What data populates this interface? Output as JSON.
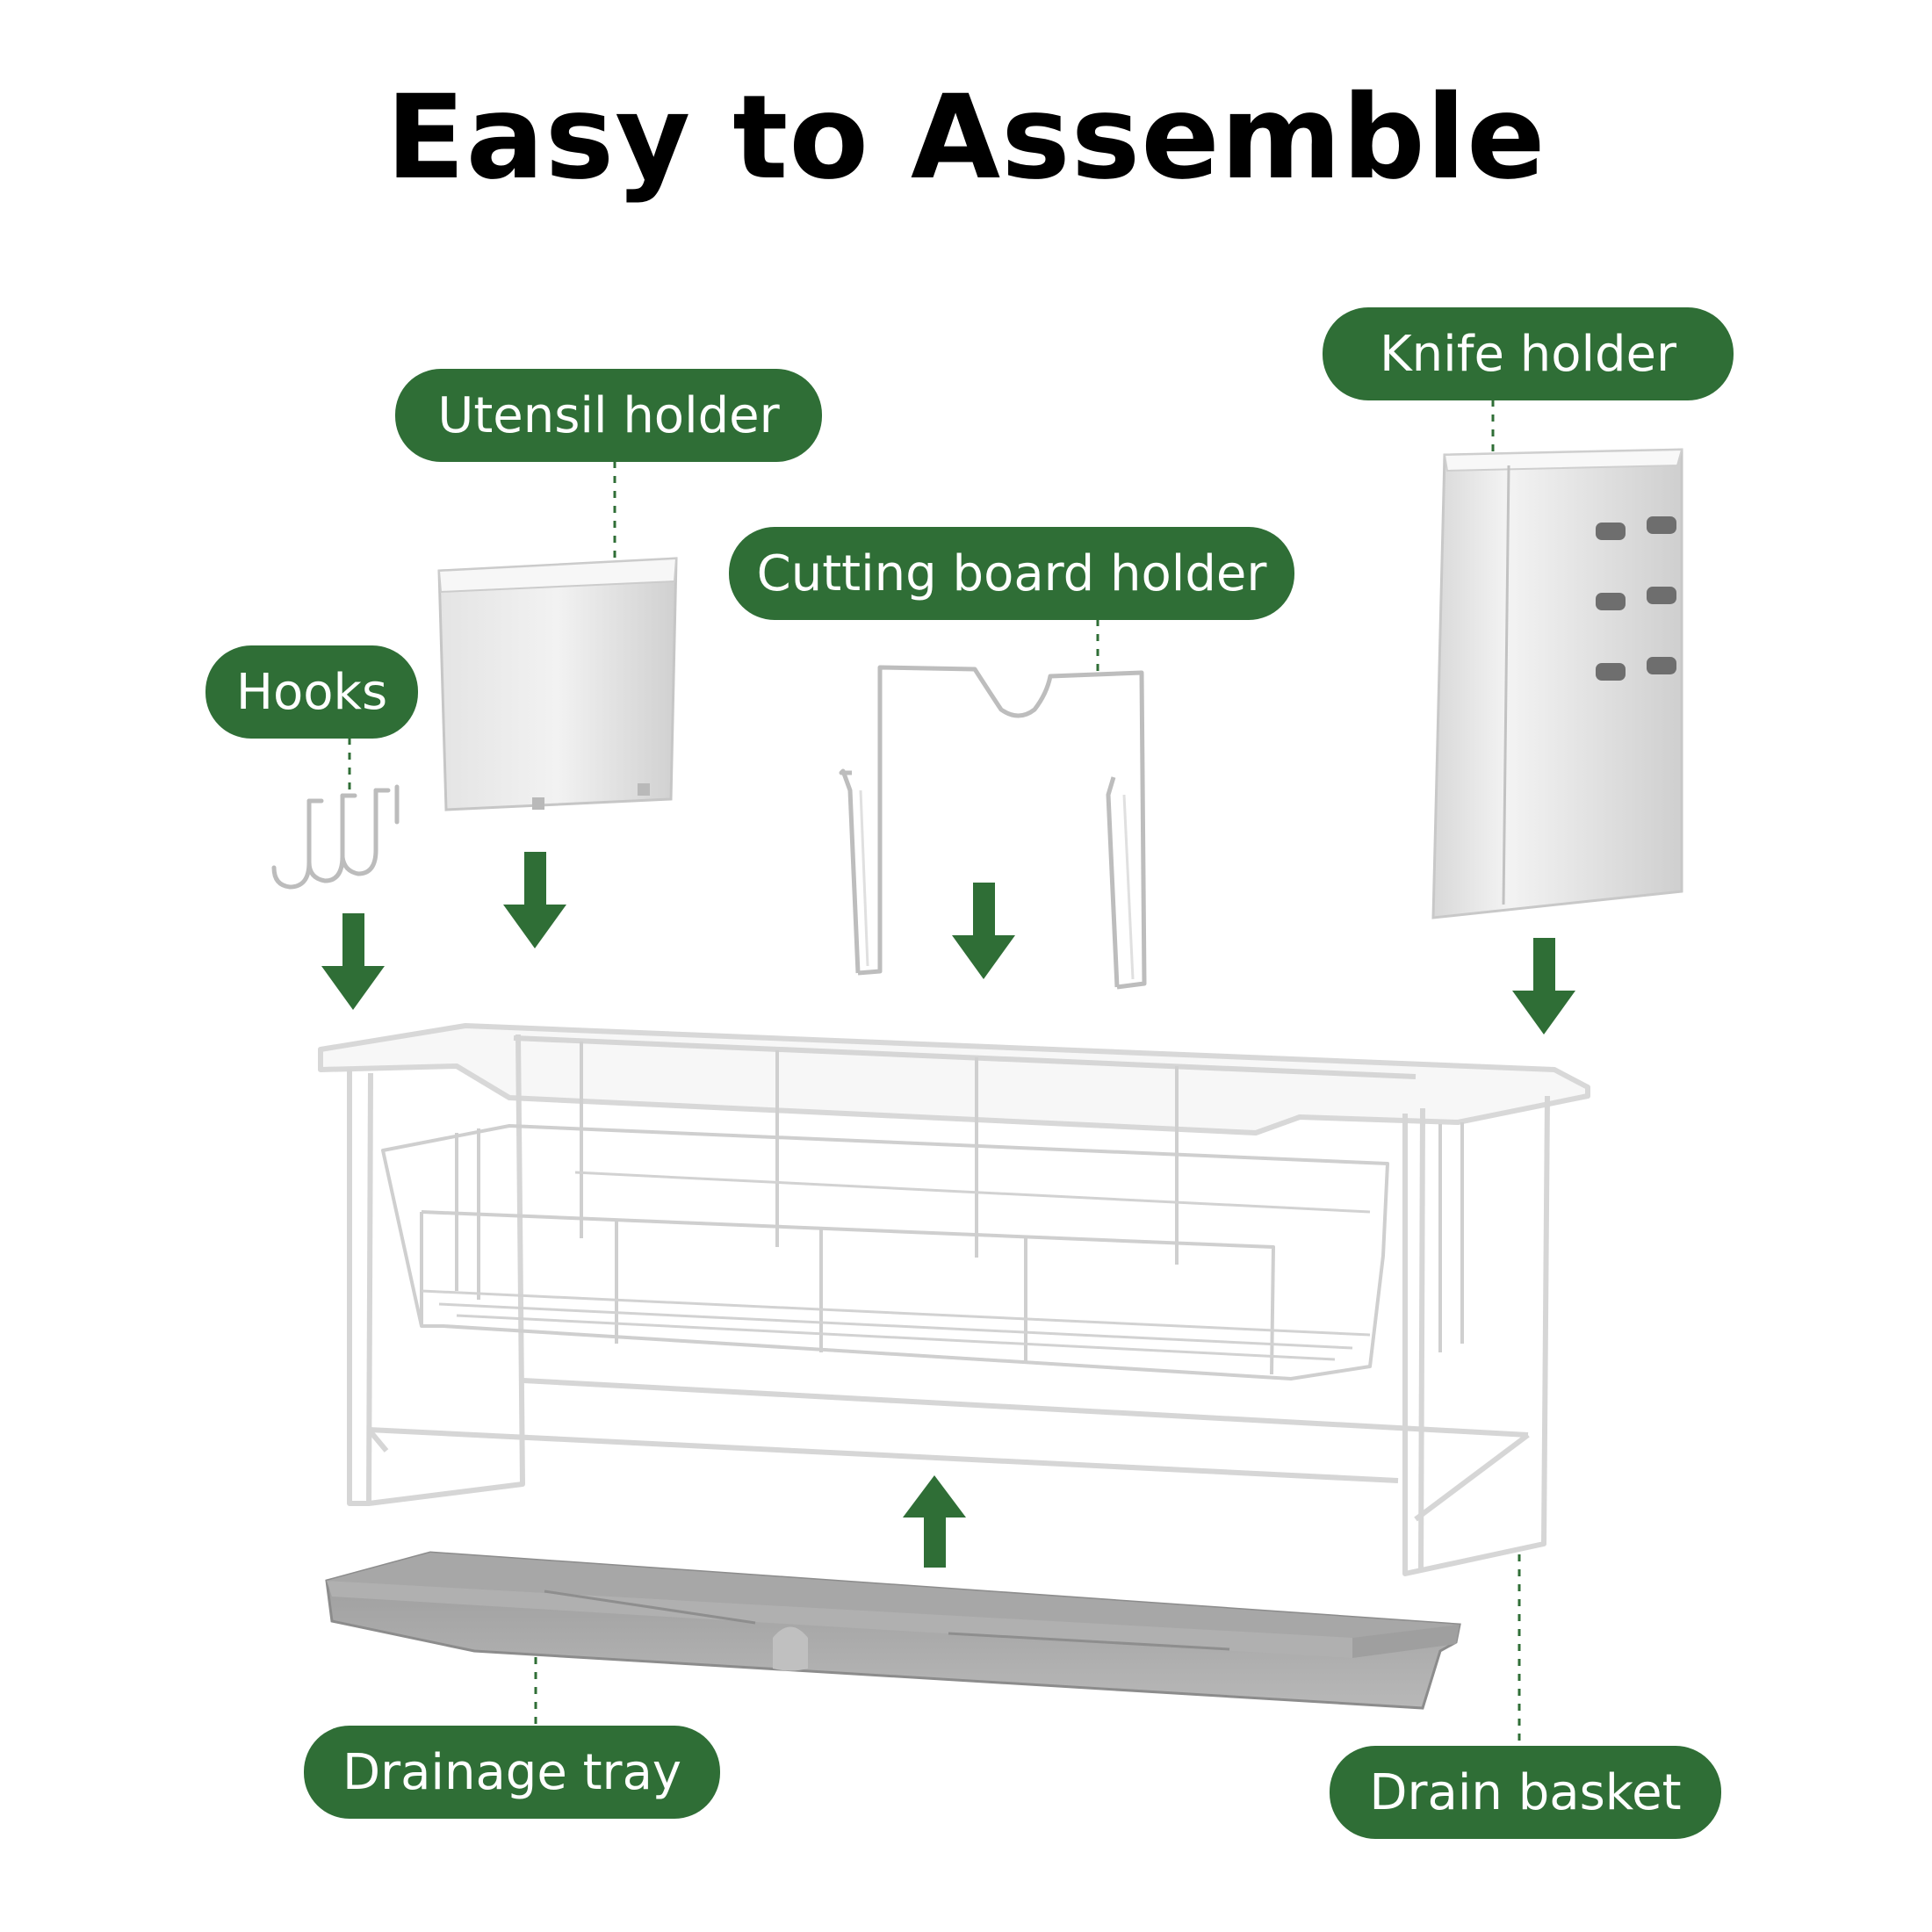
{
  "title": "Easy to Assemble",
  "labels": {
    "utensil_holder": "Utensil holder",
    "knife_holder": "Knife holder",
    "cutting_board_holder": "Cutting board holder",
    "hooks": "Hooks",
    "drainage_tray": "Drainage tray",
    "drain_basket": "Drain basket"
  },
  "colors": {
    "label_green": "#2f6e36",
    "arrow_green": "#2f6e36",
    "tray_gray": "#8a8a8a",
    "wire_white": "#f5f5f5"
  }
}
